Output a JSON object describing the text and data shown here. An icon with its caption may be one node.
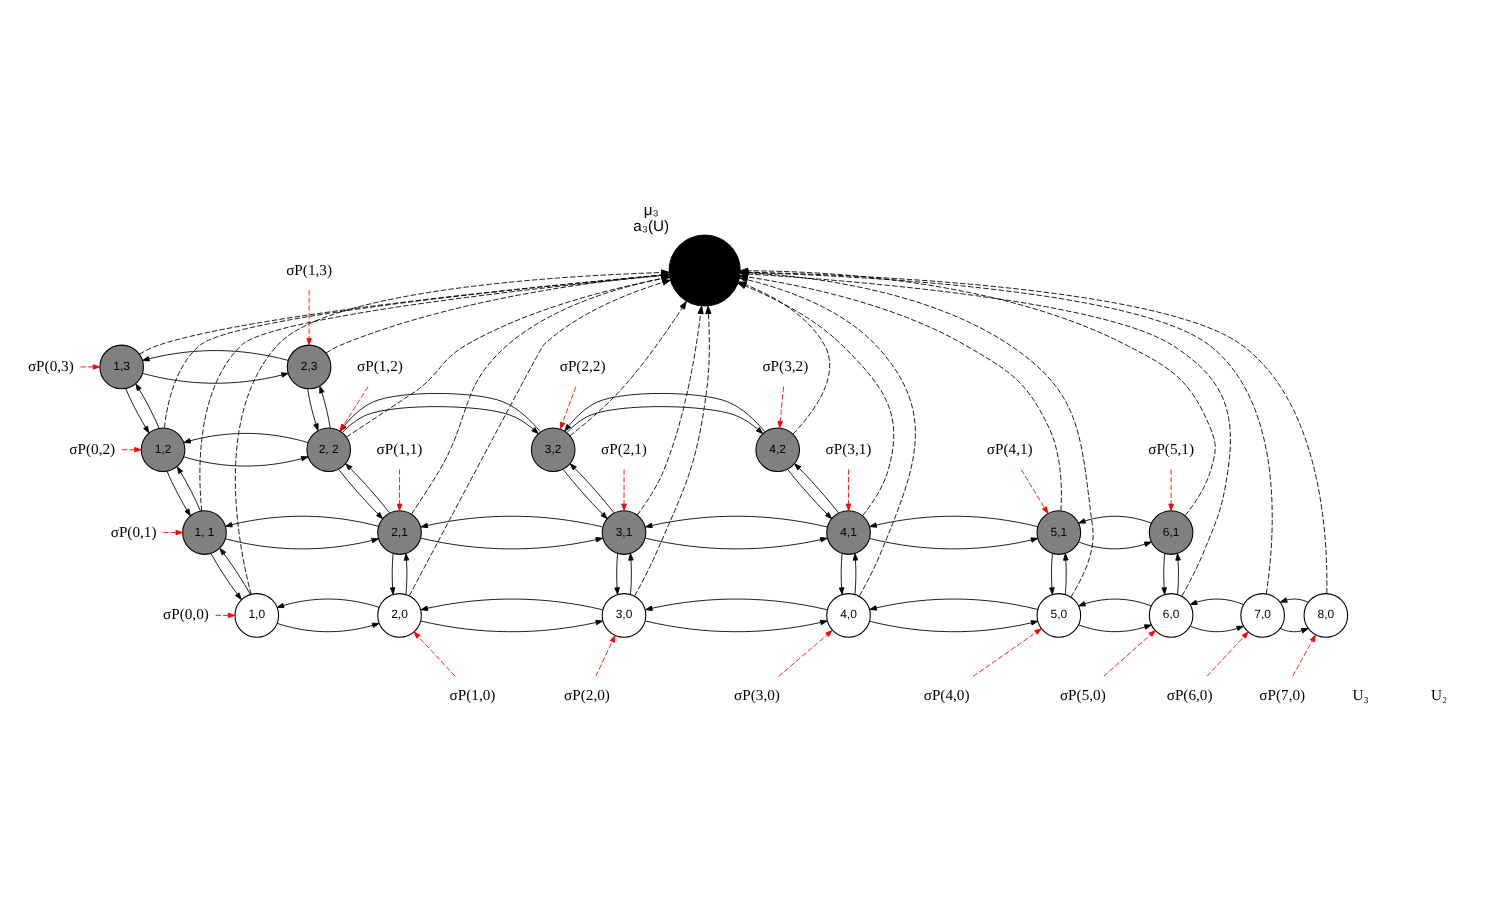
{
  "diagram": {
    "nodes": [
      {
        "text": [
          "1,3"
        ]
      },
      {
        "text": [
          "2,3"
        ]
      },
      {
        "text": [],
        "shape": "circle",
        "beside": [
          "μ₃",
          "a₃(U)"
        ]
      },
      {
        "text": [
          "1,2"
        ]
      },
      {
        "text": [
          "2, 2"
        ]
      },
      {
        "text": [
          "3,2"
        ]
      },
      {
        "text": [
          "4,2"
        ]
      },
      {
        "text": [
          "1, 1"
        ]
      },
      {
        "text": [
          "2,1"
        ]
      },
      {
        "text": [
          "3,1"
        ]
      },
      {
        "text": [
          "4,1"
        ]
      },
      {
        "text": [
          "5,1"
        ]
      },
      {
        "text": [
          "6,1"
        ]
      },
      {
        "text": [
          "1,0"
        ]
      },
      {
        "text": [
          "2,0"
        ]
      },
      {
        "text": [
          "3,0"
        ]
      },
      {
        "text": [
          "4,0"
        ]
      },
      {
        "text": [
          "5,0"
        ]
      },
      {
        "text": [
          "6,0"
        ]
      },
      {
        "text": [
          "7,0"
        ]
      },
      {
        "text": [
          "8,0"
        ]
      },
      {
        "text": [
          "σP(1,3)"
        ]
      },
      {
        "text": [
          "σP(0,3)"
        ]
      },
      {
        "text": [
          "σP(1,2)"
        ]
      },
      {
        "text": [
          "σP(2,2)"
        ]
      },
      {
        "text": [
          "σP(3,2)"
        ]
      },
      {
        "text": [
          "σP(0,2)"
        ]
      },
      {
        "text": [
          "σP(1,1)"
        ]
      },
      {
        "text": [
          "σP(2,1)"
        ]
      },
      {
        "text": [
          "σP(3,1)"
        ]
      },
      {
        "text": [
          "σP(4,1)"
        ]
      },
      {
        "text": [
          "σP(5,1)"
        ]
      },
      {
        "text": [
          "σP(0,1)"
        ]
      },
      {
        "text": [
          "σP(0,0)"
        ]
      },
      {
        "text": [
          "σP(1,0)"
        ]
      },
      {
        "text": [
          "σP(2,0)"
        ]
      },
      {
        "text": [
          "σP(3,0)"
        ]
      },
      {
        "text": [
          "σP(4,0)"
        ]
      },
      {
        "text": [
          "σP(5,0)"
        ]
      },
      {
        "text": [
          "σP(6,0)"
        ]
      },
      {
        "text": [
          "σP(7,0)"
        ]
      }
    ],
    "edges": [
      {
        "from": 0,
        "to": 1,
        "arrow": "to"
      },
      {
        "from": 1,
        "to": 0,
        "arrow": "to"
      },
      {
        "from": 3,
        "to": 4,
        "arrow": "to"
      },
      {
        "from": 4,
        "to": 3,
        "arrow": "to"
      },
      {
        "from": 4,
        "to": 5,
        "arrow": "to"
      },
      {
        "from": 5,
        "to": 4,
        "arrow": "to"
      },
      {
        "from": 5,
        "to": 6,
        "arrow": "to"
      },
      {
        "from": 6,
        "to": 5,
        "arrow": "to"
      },
      {
        "from": 7,
        "to": 8,
        "arrow": "to"
      },
      {
        "from": 8,
        "to": 7,
        "arrow": "to"
      },
      {
        "from": 8,
        "to": 9,
        "arrow": "to"
      },
      {
        "from": 9,
        "to": 8,
        "arrow": "to"
      },
      {
        "from": 9,
        "to": 10,
        "arrow": "to"
      },
      {
        "from": 10,
        "to": 9,
        "arrow": "to"
      },
      {
        "from": 10,
        "to": 11,
        "arrow": "to"
      },
      {
        "from": 11,
        "to": 10,
        "arrow": "to"
      },
      {
        "from": 11,
        "to": 12,
        "arrow": "to"
      },
      {
        "from": 12,
        "to": 11,
        "arrow": "to"
      },
      {
        "from": 13,
        "to": 14,
        "arrow": "to"
      },
      {
        "from": 14,
        "to": 13,
        "arrow": "to"
      },
      {
        "from": 14,
        "to": 15,
        "arrow": "to"
      },
      {
        "from": 15,
        "to": 14,
        "arrow": "to"
      },
      {
        "from": 15,
        "to": 16,
        "arrow": "to"
      },
      {
        "from": 16,
        "to": 15,
        "arrow": "to"
      },
      {
        "from": 16,
        "to": 17,
        "arrow": "to"
      },
      {
        "from": 17,
        "to": 16,
        "arrow": "to"
      },
      {
        "from": 17,
        "to": 18,
        "arrow": "to"
      },
      {
        "from": 18,
        "to": 17,
        "arrow": "to"
      },
      {
        "from": 18,
        "to": 19,
        "arrow": "to"
      },
      {
        "from": 19,
        "to": 18,
        "arrow": "to"
      },
      {
        "from": 19,
        "to": 20,
        "arrow": "to"
      },
      {
        "from": 20,
        "to": 19,
        "arrow": "to"
      },
      {
        "from": 0,
        "to": 3,
        "arrow": "to"
      },
      {
        "from": 3,
        "to": 0,
        "arrow": "to"
      },
      {
        "from": 1,
        "to": 4,
        "arrow": "to"
      },
      {
        "from": 4,
        "to": 1,
        "arrow": "to"
      },
      {
        "from": 3,
        "to": 7,
        "arrow": "to"
      },
      {
        "from": 7,
        "to": 3,
        "arrow": "to"
      },
      {
        "from": 4,
        "to": 8,
        "arrow": "to"
      },
      {
        "from": 8,
        "to": 4,
        "arrow": "to"
      },
      {
        "from": 5,
        "to": 9,
        "arrow": "to"
      },
      {
        "from": 9,
        "to": 5,
        "arrow": "to"
      },
      {
        "from": 6,
        "to": 10,
        "arrow": "to"
      },
      {
        "from": 10,
        "to": 6,
        "arrow": "to"
      },
      {
        "from": 7,
        "to": 13,
        "arrow": "to"
      },
      {
        "from": 13,
        "to": 7,
        "arrow": "to"
      },
      {
        "from": 8,
        "to": 14,
        "arrow": "to"
      },
      {
        "from": 14,
        "to": 8,
        "arrow": "to"
      },
      {
        "from": 9,
        "to": 15,
        "arrow": "to"
      },
      {
        "from": 15,
        "to": 9,
        "arrow": "to"
      },
      {
        "from": 10,
        "to": 16,
        "arrow": "to"
      },
      {
        "from": 16,
        "to": 10,
        "arrow": "to"
      },
      {
        "from": 11,
        "to": 17,
        "arrow": "to"
      },
      {
        "from": 17,
        "to": 11,
        "arrow": "to"
      },
      {
        "from": 12,
        "to": 18,
        "arrow": "to"
      },
      {
        "from": 18,
        "to": 12,
        "arrow": "to"
      },
      {
        "from": 0,
        "to": 2,
        "arrow": "to",
        "style": "dashed"
      },
      {
        "from": 1,
        "to": 2,
        "arrow": "to",
        "style": "dashed"
      },
      {
        "from": 3,
        "to": 2,
        "arrow": "to",
        "style": "dashed"
      },
      {
        "from": 4,
        "to": 2,
        "arrow": "to",
        "style": "dashed"
      },
      {
        "from": 5,
        "to": 2,
        "arrow": "to",
        "style": "dashed"
      },
      {
        "from": 6,
        "to": 2,
        "arrow": "to",
        "style": "dashed"
      },
      {
        "from": 7,
        "to": 2,
        "arrow": "to",
        "style": "dashed"
      },
      {
        "from": 8,
        "to": 2,
        "arrow": "to",
        "style": "dashed"
      },
      {
        "from": 9,
        "to": 2,
        "arrow": "to",
        "style": "dashed"
      },
      {
        "from": 10,
        "to": 2,
        "arrow": "to",
        "style": "dashed"
      },
      {
        "from": 11,
        "to": 2,
        "arrow": "to",
        "style": "dashed"
      },
      {
        "from": 12,
        "to": 2,
        "arrow": "to",
        "style": "dashed"
      },
      {
        "from": 13,
        "to": 2,
        "arrow": "to",
        "style": "dashed"
      },
      {
        "from": 14,
        "to": 2,
        "arrow": "to",
        "style": "dashed"
      },
      {
        "from": 15,
        "to": 2,
        "arrow": "to",
        "style": "dashed"
      },
      {
        "from": 16,
        "to": 2,
        "arrow": "to",
        "style": "dashed"
      },
      {
        "from": 17,
        "to": 2,
        "arrow": "to",
        "style": "dashed"
      },
      {
        "from": 18,
        "to": 2,
        "arrow": "to",
        "style": "dashed"
      },
      {
        "from": 19,
        "to": 2,
        "arrow": "to",
        "style": "dashed"
      },
      {
        "from": 20,
        "to": 2,
        "arrow": "to",
        "style": "dashed"
      },
      {
        "from": 21,
        "to": 1,
        "arrow": "to",
        "style": "dashed",
        "color": "#ff0000"
      },
      {
        "from": 22,
        "to": 0,
        "arrow": "to",
        "style": "dashed",
        "color": "#ff0000"
      },
      {
        "from": 23,
        "to": 4,
        "arrow": "to",
        "style": "dashed",
        "color": "#ff0000"
      },
      {
        "from": 24,
        "to": 5,
        "arrow": "to",
        "style": "dashed",
        "color": "#ff0000"
      },
      {
        "from": 25,
        "to": 6,
        "arrow": "to",
        "style": "dashed",
        "color": "#ff0000"
      },
      {
        "from": 26,
        "to": 3,
        "arrow": "to",
        "style": "dashed",
        "color": "#ff0000"
      },
      {
        "from": 27,
        "to": 8,
        "arrow": "to",
        "style": "dashed",
        "color": "#ff0000"
      },
      {
        "from": 28,
        "to": 9,
        "arrow": "to",
        "style": "dashed",
        "color": "#ff0000"
      },
      {
        "from": 29,
        "to": 10,
        "arrow": "to",
        "style": "dashed",
        "color": "#ff0000"
      },
      {
        "from": 30,
        "to": 11,
        "arrow": "to",
        "style": "dashed",
        "color": "#ff0000"
      },
      {
        "from": 31,
        "to": 12,
        "arrow": "to",
        "style": "dashed",
        "color": "#ff0000"
      },
      {
        "from": 32,
        "to": 7,
        "arrow": "to",
        "style": "dashed",
        "color": "#ff0000"
      },
      {
        "from": 33,
        "to": 13,
        "arrow": "to",
        "style": "dashed",
        "color": "#ff0000"
      },
      {
        "from": 34,
        "to": 14,
        "arrow": "to",
        "style": "dashed",
        "color": "#ff0000"
      },
      {
        "from": 35,
        "to": 15,
        "arrow": "to",
        "style": "dashed",
        "color": "#ff0000"
      },
      {
        "from": 36,
        "to": 16,
        "arrow": "to",
        "style": "dashed",
        "color": "#ff0000"
      },
      {
        "from": 37,
        "to": 17,
        "arrow": "to",
        "style": "dashed",
        "color": "#ff0000"
      },
      {
        "from": 38,
        "to": 18,
        "arrow": "to",
        "style": "dashed",
        "color": "#ff0000"
      },
      {
        "from": 39,
        "to": 19,
        "arrow": "to",
        "style": "dashed",
        "color": "#ff0000"
      },
      {
        "from": 40,
        "to": 20,
        "arrow": "to",
        "style": "dashed",
        "color": "#ff0000"
      }
    ],
    "labels": [
      "U₃",
      "U₂"
    ]
  }
}
